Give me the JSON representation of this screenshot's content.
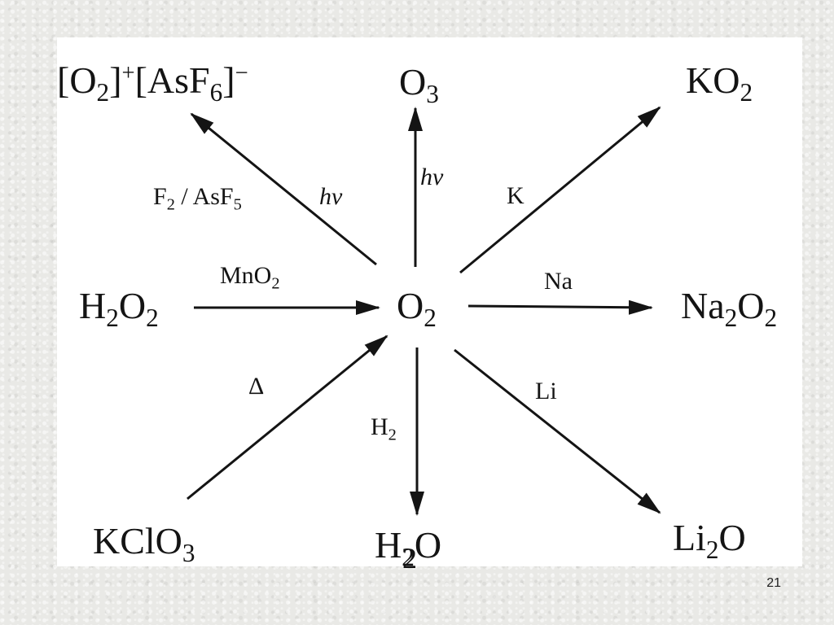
{
  "slide": {
    "page_number": "21",
    "stray_subscript": "2"
  },
  "center": {
    "symbol": "O",
    "sub": "2"
  },
  "nodes": {
    "o2_asf6": {
      "p1": "[O",
      "s1": "2",
      "p2": "]",
      "sup1": "+",
      "p3": "[AsF",
      "s2": "6",
      "p4": "]",
      "sup2": "−"
    },
    "ozone": {
      "p1": "O",
      "s1": "3"
    },
    "ko2": {
      "p1": "KO",
      "s1": "2"
    },
    "h2o2": {
      "p1": "H",
      "s1": "2",
      "p2": "O",
      "s2": "2"
    },
    "na2o2": {
      "p1": "Na",
      "s1": "2",
      "p2": "O",
      "s2": "2"
    },
    "kclo3": {
      "p1": "KClO",
      "s1": "3"
    },
    "h2o": {
      "p1": "H",
      "s1": "2",
      "p2": "O"
    },
    "li2o": {
      "p1": "Li",
      "s1": "2",
      "p2": "O"
    }
  },
  "labels": {
    "f2_asf5": {
      "p1": "F",
      "s1": "2",
      "p2": " / AsF",
      "s2": "5"
    },
    "hv_left": "hν",
    "hv_top": "hν",
    "k": "K",
    "mno2": {
      "p1": "MnO",
      "s1": "2"
    },
    "na": "Na",
    "delta": "Δ",
    "h2": {
      "p1": "H",
      "s1": "2"
    },
    "li": "Li"
  },
  "colors": {
    "ink": "#141414",
    "panel": "#ffffff",
    "background": "#e9e9e6"
  }
}
